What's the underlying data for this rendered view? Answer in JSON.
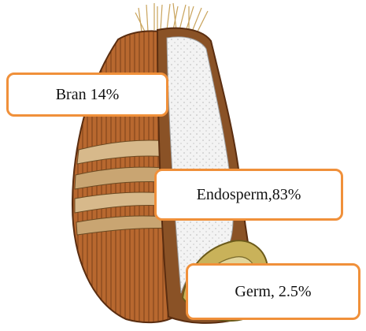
{
  "labels": {
    "bran": "Bran 14%",
    "endosperm": "Endosperm,83%",
    "germ": "Germ, 2.5%"
  },
  "colors": {
    "bran": "#b5652f",
    "endosperm": "#f1f1f1",
    "germ": "#c9b25a",
    "label_border": "#f0903a"
  }
}
